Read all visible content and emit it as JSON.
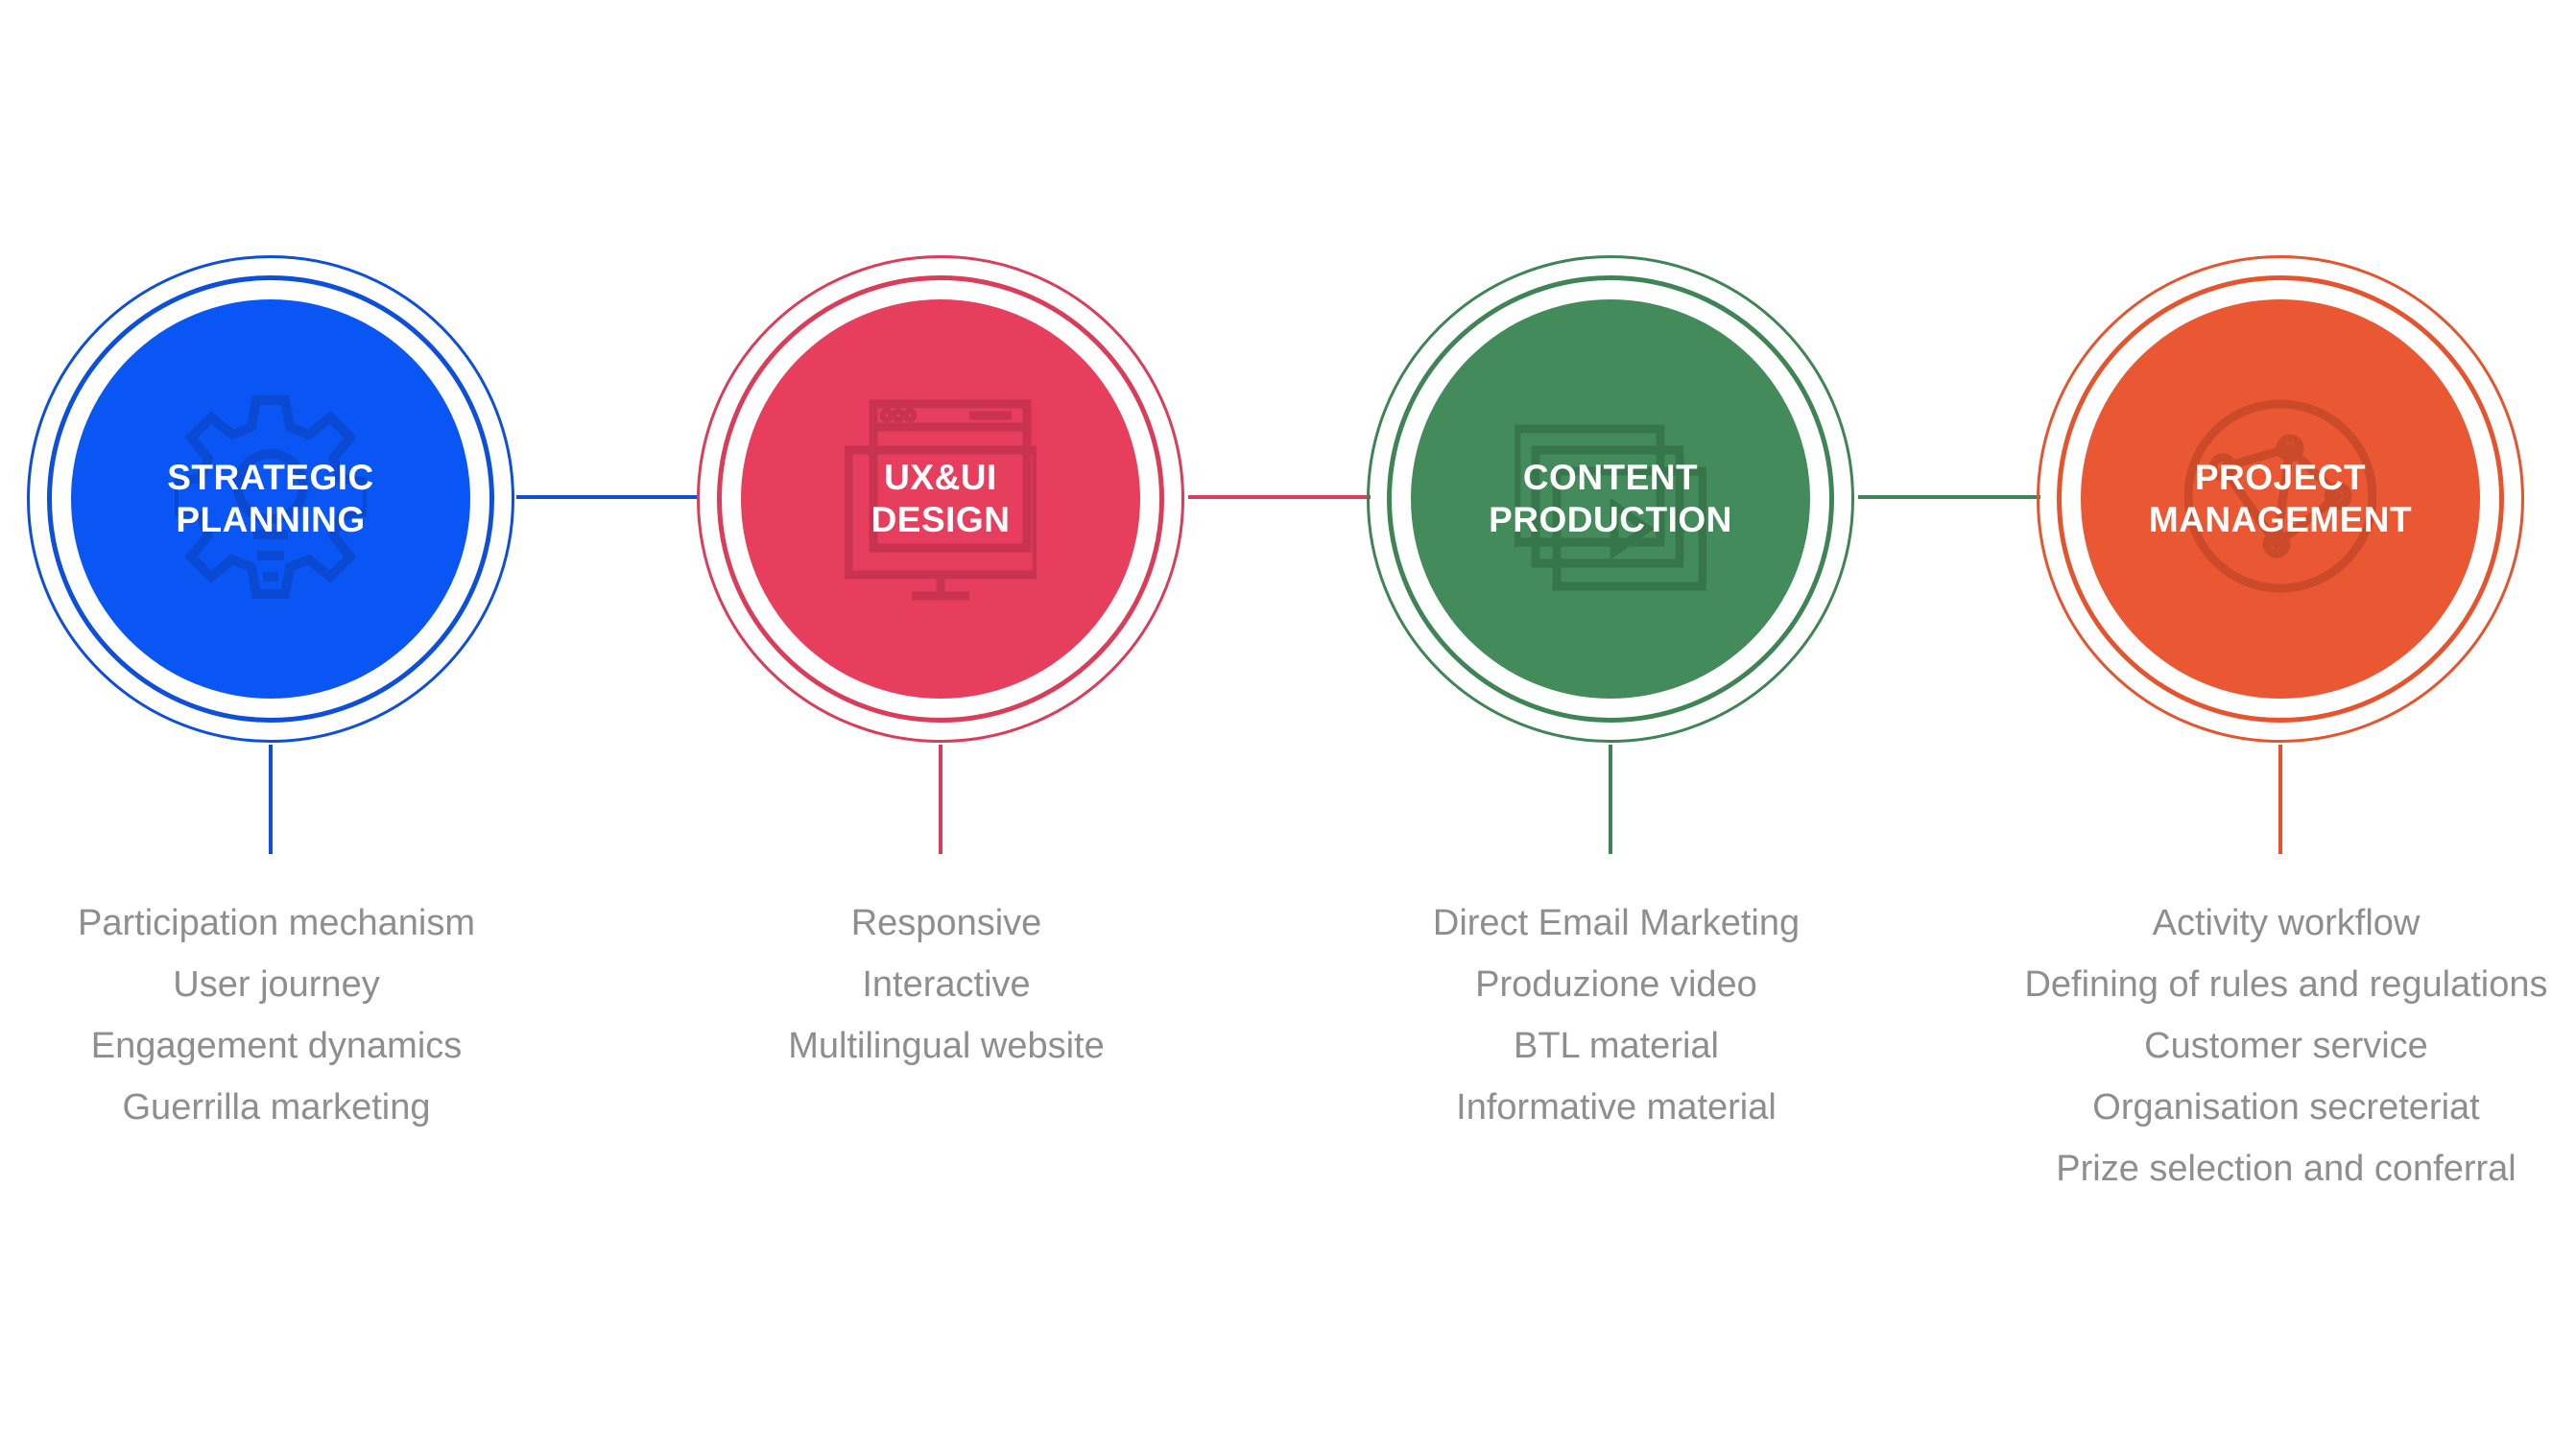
{
  "stages": [
    {
      "title": "STRATEGIC\nPLANNING",
      "color": "#0a56f5",
      "ring_color": "#0e4fd9",
      "icon": "gear-lightbulb-icon",
      "items": [
        "Participation mechanism",
        "User journey",
        "Engagement dynamics",
        "Guerrilla marketing"
      ]
    },
    {
      "title": "UX&UI\nDESIGN",
      "color": "#e83e5e",
      "ring_color": "#d93d5a",
      "icon": "browser-monitor-icon",
      "items": [
        "Responsive",
        "Interactive",
        "Multilingual website"
      ]
    },
    {
      "title": "CONTENT\nPRODUCTION",
      "color": "#438b5a",
      "ring_color": "#3e8455",
      "icon": "stacked-video-frames-icon",
      "items": [
        "Direct Email Marketing",
        "Produzione video",
        "BTL material",
        "Informative material"
      ]
    },
    {
      "title": "PROJECT\nMANAGEMENT",
      "color": "#ea5833",
      "ring_color": "#e4552f",
      "icon": "globe-network-icon",
      "items": [
        "Activity workflow",
        "Defining of rules and regulations",
        "Customer service",
        "Organisation secreteriat",
        "Prize selection and conferral"
      ]
    }
  ]
}
